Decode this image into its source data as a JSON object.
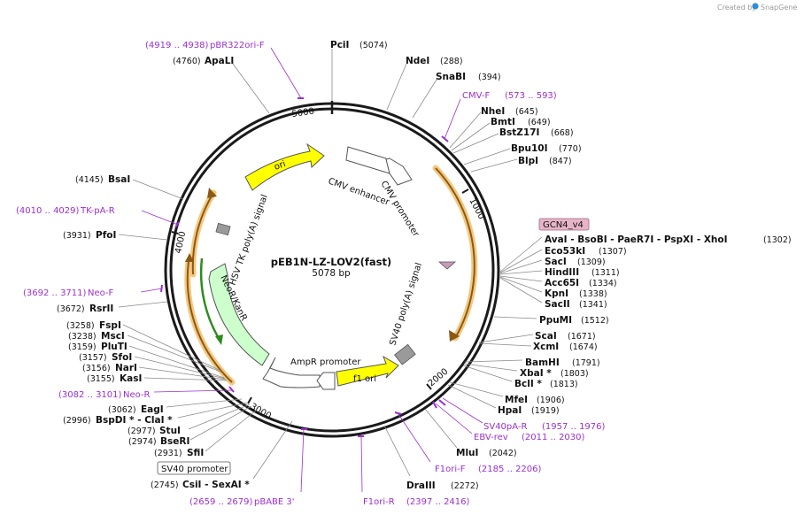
{
  "credit": {
    "created_by": "Created by",
    "brand": "SnapGene"
  },
  "plasmid": {
    "name": "pEB1N-LZ-LOV2(fast)",
    "size": "5078 bp"
  },
  "ticks": [
    "1000",
    "2000",
    "3000",
    "4000",
    "5000"
  ],
  "features": {
    "cmv_enhancer": "CMV enhancer",
    "cmv_promoter": "CMV promoter",
    "sv40_polya": "SV40 poly(A) signal",
    "f1_ori": "f1 ori",
    "ampr_promoter": "AmpR promoter",
    "neor": "NeoR/KanR",
    "hsv_tk": "HSV TK poly(A) signal",
    "ori": "ori",
    "gcn4": "GCN4_v4",
    "sv40_promoter": "SV40 promoter"
  },
  "enzymes": [
    {
      "name": "PciI",
      "pos": "(5074)"
    },
    {
      "name": "NdeI",
      "pos": "(288)"
    },
    {
      "name": "SnaBI",
      "pos": "(394)"
    },
    {
      "name": "NheI",
      "pos": "(645)"
    },
    {
      "name": "BmtI",
      "pos": "(649)"
    },
    {
      "name": "BstZ17I",
      "pos": "(668)"
    },
    {
      "name": "Bpu10I",
      "pos": "(770)"
    },
    {
      "name": "BlpI",
      "pos": "(847)"
    },
    {
      "name": "AvaI  - BsoBI  - PaeR7I  - PspXI  - XhoI",
      "pos": "(1302)"
    },
    {
      "name": "Eco53kI",
      "pos": "(1307)"
    },
    {
      "name": "SacI",
      "pos": "(1309)"
    },
    {
      "name": "HindIII",
      "pos": "(1311)"
    },
    {
      "name": "Acc65I",
      "pos": "(1334)"
    },
    {
      "name": "KpnI",
      "pos": "(1338)"
    },
    {
      "name": "SacII",
      "pos": "(1341)"
    },
    {
      "name": "PpuMI",
      "pos": "(1512)"
    },
    {
      "name": "ScaI",
      "pos": "(1671)"
    },
    {
      "name": "XcmI",
      "pos": "(1674)"
    },
    {
      "name": "BamHI",
      "pos": "(1791)"
    },
    {
      "name": "XbaI *",
      "pos": "(1803)"
    },
    {
      "name": "BclI *",
      "pos": "(1813)"
    },
    {
      "name": "MfeI",
      "pos": "(1906)"
    },
    {
      "name": "HpaI",
      "pos": "(1919)"
    },
    {
      "name": "MluI",
      "pos": "(2042)"
    },
    {
      "name": "DraIII",
      "pos": "(2272)"
    },
    {
      "name": "CsiI  - SexAI *",
      "pos": "(2745)"
    },
    {
      "name": "SfiI",
      "pos": "(2931)"
    },
    {
      "name": "BseRI",
      "pos": "(2974)"
    },
    {
      "name": "StuI",
      "pos": "(2977)"
    },
    {
      "name": "BspDI * - ClaI *",
      "pos": "(2996)"
    },
    {
      "name": "EagI",
      "pos": "(3062)"
    },
    {
      "name": "KasI",
      "pos": "(3155)"
    },
    {
      "name": "NarI",
      "pos": "(3156)"
    },
    {
      "name": "SfoI",
      "pos": "(3157)"
    },
    {
      "name": "PluTI",
      "pos": "(3159)"
    },
    {
      "name": "MscI",
      "pos": "(3238)"
    },
    {
      "name": "FspI",
      "pos": "(3258)"
    },
    {
      "name": "RsrII",
      "pos": "(3672)"
    },
    {
      "name": "PfoI",
      "pos": "(3931)"
    },
    {
      "name": "BsaI",
      "pos": "(4145)"
    },
    {
      "name": "ApaLI",
      "pos": "(4760)"
    }
  ],
  "primers": [
    {
      "name": "pBR322ori-F",
      "range": "(4919 .. 4938)"
    },
    {
      "name": "CMV-F",
      "range": "(573 .. 593)"
    },
    {
      "name": "SV40pA-R",
      "range": "(1957 .. 1976)"
    },
    {
      "name": "EBV-rev",
      "range": "(2011 .. 2030)"
    },
    {
      "name": "F1ori-F",
      "range": "(2185 .. 2206)"
    },
    {
      "name": "F1ori-R",
      "range": "(2397 .. 2416)"
    },
    {
      "name": "pBABE 3'",
      "range": "(2659 .. 2679)"
    },
    {
      "name": "Neo-R",
      "range": "(3082 .. 3101)"
    },
    {
      "name": "Neo-F",
      "range": "(3692 .. 3711)"
    },
    {
      "name": "TK-pA-R",
      "range": "(4010 .. 4029)"
    }
  ],
  "colors": {
    "primer": "#9b2fd1",
    "backbone": "#1a1a1a",
    "ori_fill": "#ffff00",
    "neor_fill": "#ccffcc",
    "orf_glow": "#f5c77e",
    "orf_line": "#8a5a14",
    "gcn4_fill": "#e8b4c8"
  }
}
